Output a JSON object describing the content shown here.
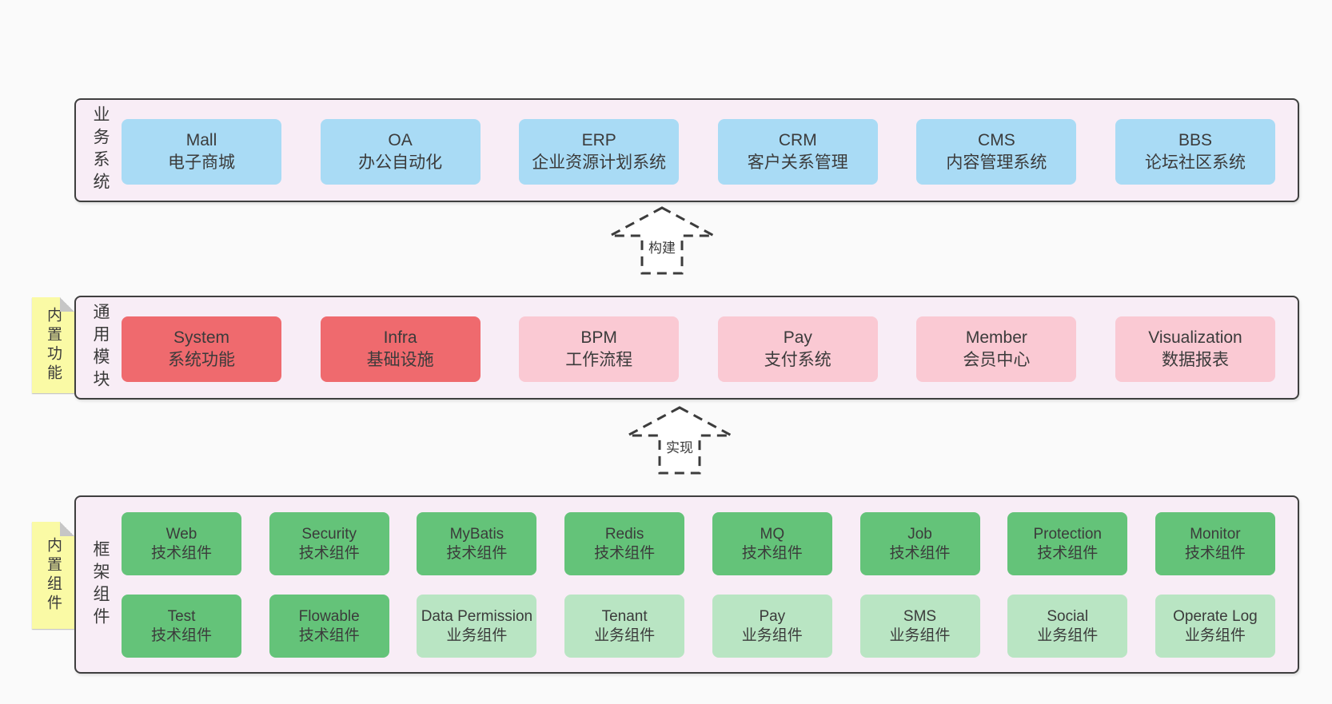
{
  "diagram": {
    "rows": [
      {
        "label": "业务系统",
        "boxes": [
          {
            "title": "Mall",
            "subtitle": "电子商城"
          },
          {
            "title": "OA",
            "subtitle": "办公自动化"
          },
          {
            "title": "ERP",
            "subtitle": "企业资源计划系统"
          },
          {
            "title": "CRM",
            "subtitle": "客户关系管理"
          },
          {
            "title": "CMS",
            "subtitle": "内容管理系统"
          },
          {
            "title": "BBS",
            "subtitle": "论坛社区系统"
          }
        ]
      },
      {
        "label": "通用模块",
        "sticky": "内置功能",
        "boxes": [
          {
            "title": "System",
            "subtitle": "系统功能"
          },
          {
            "title": "Infra",
            "subtitle": "基础设施"
          },
          {
            "title": "BPM",
            "subtitle": "工作流程"
          },
          {
            "title": "Pay",
            "subtitle": "支付系统"
          },
          {
            "title": "Member",
            "subtitle": "会员中心"
          },
          {
            "title": "Visualization",
            "subtitle": "数据报表"
          }
        ]
      },
      {
        "label": "框架组件",
        "sticky": "内置组件",
        "boxes_top": [
          {
            "title": "Web",
            "subtitle": "技术组件"
          },
          {
            "title": "Security",
            "subtitle": "技术组件"
          },
          {
            "title": "MyBatis",
            "subtitle": "技术组件"
          },
          {
            "title": "Redis",
            "subtitle": "技术组件"
          },
          {
            "title": "MQ",
            "subtitle": "技术组件"
          },
          {
            "title": "Job",
            "subtitle": "技术组件"
          },
          {
            "title": "Protection",
            "subtitle": "技术组件"
          },
          {
            "title": "Monitor",
            "subtitle": "技术组件"
          }
        ],
        "boxes_bottom": [
          {
            "title": "Test",
            "subtitle": "技术组件"
          },
          {
            "title": "Flowable",
            "subtitle": "技术组件"
          },
          {
            "title": "Data Permission",
            "subtitle": "业务组件"
          },
          {
            "title": "Tenant",
            "subtitle": "业务组件"
          },
          {
            "title": "Pay",
            "subtitle": "业务组件"
          },
          {
            "title": "SMS",
            "subtitle": "业务组件"
          },
          {
            "title": "Social",
            "subtitle": "业务组件"
          },
          {
            "title": "Operate Log",
            "subtitle": "业务组件"
          }
        ]
      }
    ],
    "arrows": [
      {
        "label": "构建"
      },
      {
        "label": "实现"
      }
    ],
    "colors": {
      "page_bg": "#fafafa",
      "container_bg": "#f8edf6",
      "container_border": "#3f3f3f",
      "box_blue": "#a9dbf5",
      "box_red": "#ef6a6e",
      "box_pink": "#fac9d3",
      "box_green": "#64c379",
      "box_green_light": "#b9e5c3",
      "sticky_yellow": "#fafaa5",
      "text": "#3b3b3b"
    }
  }
}
